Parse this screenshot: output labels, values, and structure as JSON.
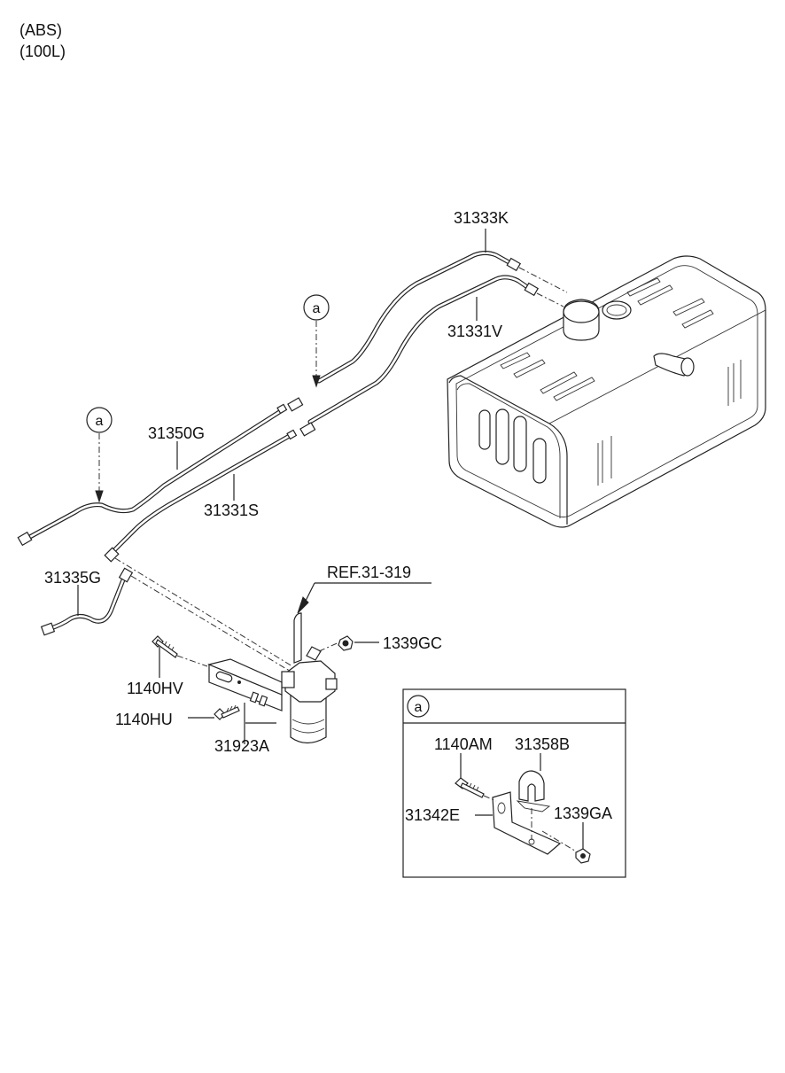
{
  "header": {
    "line1": "(ABS)",
    "line2": "(100L)"
  },
  "callouts": {
    "p31333K": "31333K",
    "p31331V": "31331V",
    "p31350G": "31350G",
    "p31331S": "31331S",
    "p31335G": "31335G",
    "ref": "REF.31-319",
    "p1339GC": "1339GC",
    "p1140HV": "1140HV",
    "p1140HU": "1140HU",
    "p31923A": "31923A"
  },
  "markers": {
    "a": "a"
  },
  "detail": {
    "marker": "a",
    "p1140AM": "1140AM",
    "p31358B": "31358B",
    "p31342E": "31342E",
    "p1339GA": "1339GA"
  }
}
